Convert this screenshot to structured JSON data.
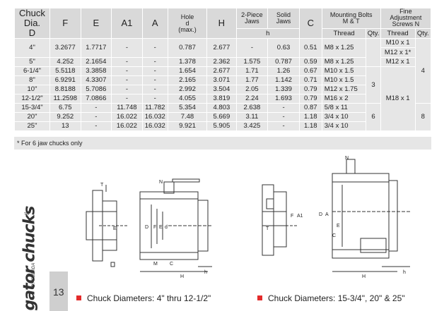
{
  "table": {
    "headers": {
      "chuck": [
        "Chuck",
        "Dia.",
        "D"
      ],
      "f": "F",
      "e": "E",
      "a1": "A1",
      "a": "A",
      "hole": [
        "Hole",
        "d",
        "(max.)"
      ],
      "h": "H",
      "two_piece": [
        "2-Piece",
        "Jaws"
      ],
      "solid": [
        "Solid",
        "Jaws"
      ],
      "h_sub": "h",
      "c": "C",
      "mounting": [
        "Mounting Bolts",
        "M & T"
      ],
      "thread": "Thread",
      "qty": "Qty.",
      "fine": [
        "Fine",
        "Adjustment",
        "Screws N"
      ],
      "fine_thread": "Thread",
      "fine_qty": "Qty."
    },
    "rows": [
      {
        "dia": "4\"",
        "f": "3.2677",
        "e": "1.7717",
        "a1": "-",
        "a": "-",
        "hole": "0.787",
        "h": "2.677",
        "two": "-",
        "solid": "0.63",
        "c": "0.51",
        "thread": "M8 x 1.25"
      },
      {
        "dia": "5\"",
        "f": "4.252",
        "e": "2.1654",
        "a1": "-",
        "a": "-",
        "hole": "1.378",
        "h": "2.362",
        "two": "1.575",
        "solid": "0.787",
        "c": "0.59",
        "thread": "M8 x 1.25"
      },
      {
        "dia": "6-1/4\"",
        "f": "5.5118",
        "e": "3.3858",
        "a1": "-",
        "a": "-",
        "hole": "1.654",
        "h": "2.677",
        "two": "1.71",
        "solid": "1.26",
        "c": "0.67",
        "thread": "M10 x 1.5"
      },
      {
        "dia": "8\"",
        "f": "6.9291",
        "e": "4.3307",
        "a1": "-",
        "a": "-",
        "hole": "2.165",
        "h": "3.071",
        "two": "1.77",
        "solid": "1.142",
        "c": "0.71",
        "thread": "M10 x 1.5"
      },
      {
        "dia": "10\"",
        "f": "8.8188",
        "e": "5.7086",
        "a1": "-",
        "a": "-",
        "hole": "2.992",
        "h": "3.504",
        "two": "2.05",
        "solid": "1.339",
        "c": "0.79",
        "thread": "M12 x 1.75"
      },
      {
        "dia": "12-1/2\"",
        "f": "11.2598",
        "e": "7.0866",
        "a1": "-",
        "a": "-",
        "hole": "4.055",
        "h": "3.819",
        "two": "2.24",
        "solid": "1.693",
        "c": "0.79",
        "thread": "M16 x 2"
      },
      {
        "dia": "15-3/4\"",
        "f": "6.75",
        "e": "-",
        "a1": "11.748",
        "a": "11.782",
        "hole": "5.354",
        "h": "4.803",
        "two": "2.638",
        "solid": "-",
        "c": "0.87",
        "thread": "5/8 x 11"
      },
      {
        "dia": "20\"",
        "f": "9.252",
        "e": "-",
        "a1": "16.022",
        "a": "16.032",
        "hole": "7.48",
        "h": "5.669",
        "two": "3.11",
        "solid": "-",
        "c": "1.18",
        "thread": "3/4 x 10"
      },
      {
        "dia": "25\"",
        "f": "13",
        "e": "-",
        "a1": "16.022",
        "a": "16.032",
        "hole": "9.921",
        "h": "5.905",
        "two": "3.425",
        "solid": "-",
        "c": "1.18",
        "thread": "3/4 x 10"
      }
    ],
    "qty_groups": [
      "3",
      "6"
    ],
    "fine_threads": [
      "M10 x 1",
      "M12 x 1*",
      "M12 x 1",
      "M18 x 1"
    ],
    "fine_qty": [
      "4",
      "8"
    ],
    "footnote": "* For 6 jaw chucks only"
  },
  "brand": {
    "name": "gator chucks",
    "sub": "BY FUERDA",
    "tm": "TM"
  },
  "page_number": "13",
  "captions": {
    "left": "Chuck Diameters: 4\" thru 12-1/2\"",
    "right": "Chuck Diameters: 15-3/4\", 20\" & 25\""
  },
  "drawing_labels": {
    "n": "N",
    "e": "E",
    "t": "T",
    "d_cap": "D",
    "f": "F",
    "e2": "E",
    "d_small": "d",
    "m": "M",
    "c": "C",
    "h": "H",
    "h_small": "h",
    "a": "A",
    "a1": "A1"
  },
  "colors": {
    "cell": "#e6e6e6",
    "header": "#d9d9d9",
    "accent": "#e32b2b"
  }
}
